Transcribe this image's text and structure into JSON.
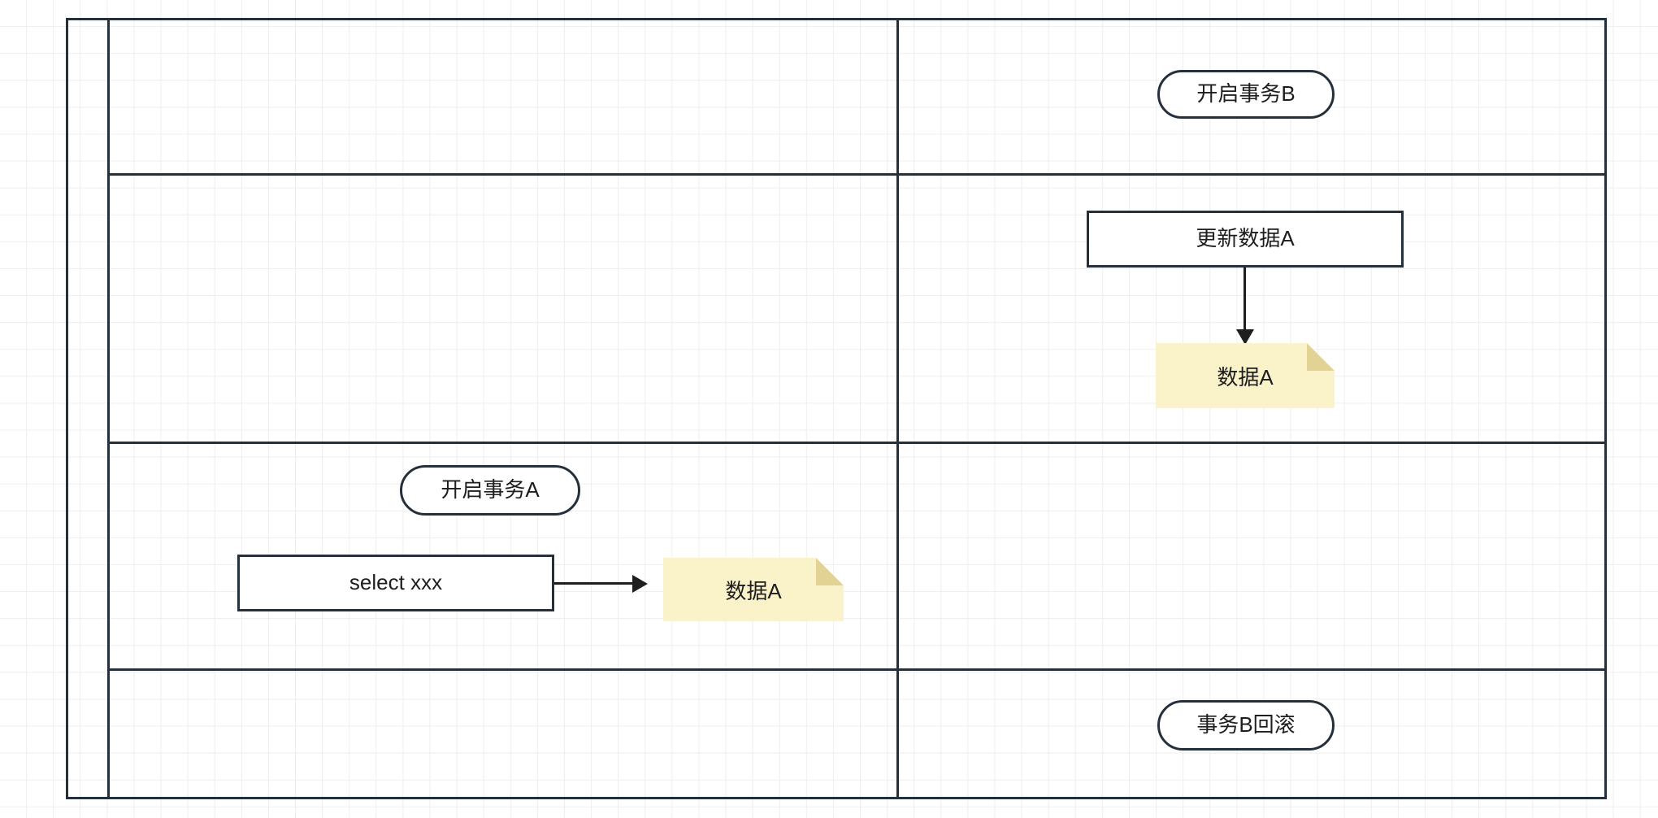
{
  "diagram": {
    "type": "swimlane-flowchart",
    "background": "grid",
    "lanes": {
      "title_column_label": "",
      "columns": [
        {
          "name": "left-column",
          "label": ""
        },
        {
          "name": "right-column",
          "label": ""
        }
      ],
      "rows": [
        {
          "name": "row-1"
        },
        {
          "name": "row-2"
        },
        {
          "name": "row-3"
        },
        {
          "name": "row-4"
        }
      ]
    },
    "colors": {
      "stroke": "#25303b",
      "note_fill": "#faf2c8",
      "note_fold": "#e2d394",
      "text": "#1e1e1e",
      "grid": "#eeeeee"
    },
    "nodes": {
      "start_transaction_b": {
        "label": "开启事务B",
        "shape": "pill"
      },
      "update_data_a": {
        "label": "更新数据A",
        "shape": "rectangle"
      },
      "data_a_right": {
        "label": "数据A",
        "shape": "note"
      },
      "start_transaction_a": {
        "label": "开启事务A",
        "shape": "pill"
      },
      "select_xxx": {
        "label": "select xxx",
        "shape": "rectangle"
      },
      "data_a_left": {
        "label": "数据A",
        "shape": "note"
      },
      "rollback_transaction_b": {
        "label": "事务B回滚",
        "shape": "pill"
      }
    },
    "connectors": [
      {
        "name": "update-to-data-a",
        "from": "update_data_a",
        "to": "data_a_right",
        "direction": "down",
        "arrowhead": true
      },
      {
        "name": "select-to-data-a",
        "from": "select_xxx",
        "to": "data_a_left",
        "direction": "right",
        "arrowhead": true
      }
    ]
  }
}
